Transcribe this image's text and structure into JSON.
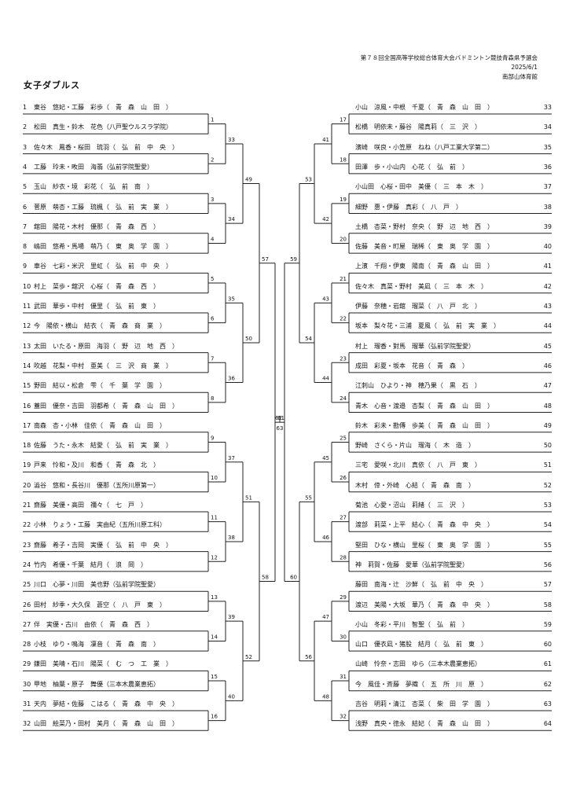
{
  "header": {
    "tournament": "第７８回全国高等学校総合体育大会バドミントン競技青森県予選会",
    "date": "2025/6/1",
    "venue": "南部山体育館"
  },
  "event_title": "女子ダブルス",
  "left_entries": [
    {
      "no": "1",
      "players": "東谷　悠妃・工藤　彩歩",
      "school": "（　青　森　山　田　）"
    },
    {
      "no": "2",
      "players": "松田　真生・鈴木　花色",
      "school": "（八戸聖ウルスラ学院）"
    },
    {
      "no": "3",
      "players": "佐々木　鳳香・桜田　琉羽",
      "school": "（　弘　前　中　央　）"
    },
    {
      "no": "4",
      "players": "工藤　玲未・畋田　海翡",
      "school": "（弘前学院聖愛）"
    },
    {
      "no": "5",
      "players": "玉山　紗衣・境　彩花",
      "school": "（　弘　前　南　）"
    },
    {
      "no": "6",
      "players": "菅原　萌杏・工藤　琉楓",
      "school": "（　弘　前　実　業　）"
    },
    {
      "no": "7",
      "players": "舘田　陽花・木村　優那",
      "school": "（　青　森　西　）"
    },
    {
      "no": "8",
      "players": "嶋田　悠希・馬場　萌乃",
      "school": "（　東　奥　学　園　）"
    },
    {
      "no": "9",
      "players": "車谷　七彩・米沢　里虹",
      "school": "（　弘　前　中　央　）"
    },
    {
      "no": "10",
      "players": "村上　菜歩・舘沢　心桜",
      "school": "（　青　森　西　）"
    },
    {
      "no": "11",
      "players": "武田　華歩・中村　優里",
      "school": "（　弘　前　東　）"
    },
    {
      "no": "12",
      "players": "今　陽依・横山　結衣",
      "school": "（　青　森　商　業　）"
    },
    {
      "no": "13",
      "players": "太田　いたる・原田　海羽",
      "school": "（　野　辺　地　西　）"
    },
    {
      "no": "14",
      "players": "吹越　花梨・中村　亜美",
      "school": "（　三　沢　商　業　）"
    },
    {
      "no": "15",
      "players": "野田　結以・松倉　雫",
      "school": "（　千　葉　学　園　）"
    },
    {
      "no": "16",
      "players": "蓋田　優奈・吉田　羽都希",
      "school": "（　青　森　山　田　）"
    },
    {
      "no": "17",
      "players": "南森　杏・小林　佳依",
      "school": "（　青　森　山　田　）"
    },
    {
      "no": "18",
      "players": "佐藤　うた・永木　結愛",
      "school": "（　弘　前　実　業　）"
    },
    {
      "no": "19",
      "players": "戸来　怜和・及川　和香",
      "school": "（　青　森　北　）"
    },
    {
      "no": "20",
      "players": "澁谷　悠和・長谷川　優那",
      "school": "（五所川原第一）"
    },
    {
      "no": "21",
      "players": "齋藤　美優・高田　禰々",
      "school": "（　七　戸　）"
    },
    {
      "no": "22",
      "players": "小林　りょう・工藤　実由紀",
      "school": "（五所川原工科）"
    },
    {
      "no": "23",
      "players": "齋藤　希子・吉岡　実優",
      "school": "（　弘　前　中　央　）"
    },
    {
      "no": "24",
      "players": "竹内　希優・千葉　結月",
      "school": "（　浪　岡　）"
    },
    {
      "no": "25",
      "players": "川口　心夢・川田　美也野",
      "school": "（弘前学院聖愛）"
    },
    {
      "no": "26",
      "players": "田村　紗季・大久保　蒼空",
      "school": "（　八　戸　東　）"
    },
    {
      "no": "27",
      "players": "伴　実優・古川　由依",
      "school": "（　青　森　西　）"
    },
    {
      "no": "28",
      "players": "小枝　ゆり・鳴海　凜音",
      "school": "（　青　森　南　）"
    },
    {
      "no": "29",
      "players": "鎌田　美晴・石川　陽菜",
      "school": "（　む　つ　工　業　）"
    },
    {
      "no": "30",
      "players": "甲地　柚葉・原子　舞優",
      "school": "（三本木農業恵拓）"
    },
    {
      "no": "31",
      "players": "天内　夢結・佐藤　こはる",
      "school": "（　青　森　中　央　）"
    },
    {
      "no": "32",
      "players": "山田　絵菜乃・田村　美月",
      "school": "（　青　森　山　田　）"
    }
  ],
  "right_entries": [
    {
      "no": "33",
      "players": "小山　涼風・中根　千夏",
      "school": "（　青　森　山　田　）"
    },
    {
      "no": "34",
      "players": "松橋　明依未・藤谷　陽真莉",
      "school": "（　三　沢　）"
    },
    {
      "no": "35",
      "players": "濱崎　咲良・小笠原　ねね",
      "school": "（八戸工業大学第二）"
    },
    {
      "no": "36",
      "players": "田澤　歩・小山内　心花",
      "school": "（　弘　前　）"
    },
    {
      "no": "37",
      "players": "小山田　心桜・田中　美優",
      "school": "（　三　本　木　）"
    },
    {
      "no": "38",
      "players": "細野　惠・伊藤　真彩",
      "school": "（　八　戸　）"
    },
    {
      "no": "39",
      "players": "土橋　杏菜・野村　奈央",
      "school": "（　野　辺　地　西　）"
    },
    {
      "no": "40",
      "players": "佐藤　美音・町屋　瑞稀",
      "school": "（　東　奥　学　園　）"
    },
    {
      "no": "41",
      "players": "上濱　千翔・伊東　陽南",
      "school": "（　青　森　山　田　）"
    },
    {
      "no": "42",
      "players": "佐々木　真菜・野村　美凪",
      "school": "（　三　本　木　）"
    },
    {
      "no": "43",
      "players": "伊藤　奈穂・岩舘　瑠菜",
      "school": "（　八　戸　北　）"
    },
    {
      "no": "44",
      "players": "坂本　梨々花・三浦　夏風",
      "school": "（　弘　前　実　業　）"
    },
    {
      "no": "45",
      "players": "村上　瑠香・對馬　瑠華",
      "school": "（弘前学院聖愛）"
    },
    {
      "no": "46",
      "players": "成田　彩夏・坂本　花音",
      "school": "（　青　森　）"
    },
    {
      "no": "47",
      "players": "江刺山　ひより・神　穂乃果",
      "school": "（　黒　石　）"
    },
    {
      "no": "48",
      "players": "青木　心音・渡邉　杏梨",
      "school": "（　青　森　山　田　）"
    },
    {
      "no": "49",
      "players": "鈴木　彩未・勘傳　歩美",
      "school": "（　青　森　山　田　）"
    },
    {
      "no": "50",
      "players": "野崎　さくら・片山　瑠海",
      "school": "（　木　造　）"
    },
    {
      "no": "51",
      "players": "三宅　愛咲・北川　真依",
      "school": "（　八　戸　東　）"
    },
    {
      "no": "52",
      "players": "木村　倖・外崎　心結",
      "school": "（　青　森　南　）"
    },
    {
      "no": "53",
      "players": "菊池　心愛・沼山　莉緒",
      "school": "（　三　沢　）"
    },
    {
      "no": "54",
      "players": "渡部　莉菜・上平　結心",
      "school": "（　青　森　中　央　）"
    },
    {
      "no": "55",
      "players": "堅田　ひな・横山　里桜",
      "school": "（　東　奥　学　園　）"
    },
    {
      "no": "56",
      "players": "神　莉賀・佐藤　愛華",
      "school": "（弘前学院聖愛）"
    },
    {
      "no": "57",
      "players": "藤田　南海・辻　沙鮮",
      "school": "（　弘　前　中　央　）"
    },
    {
      "no": "58",
      "players": "渡辺　美陽・大坂　華乃",
      "school": "（　青　森　中　央　）"
    },
    {
      "no": "59",
      "players": "小山　冬彩・平川　智聖",
      "school": "（　弘　前　）"
    },
    {
      "no": "60",
      "players": "山口　優衣凪・猪股　結月",
      "school": "（　弘　前　東　）"
    },
    {
      "no": "61",
      "players": "山崎　怜奈・志田　ゆら",
      "school": "（三本木農業恵拓）"
    },
    {
      "no": "62",
      "players": "今　風佳・斉藤　夢織",
      "school": "（　五　所　川　原　）"
    },
    {
      "no": "63",
      "players": "吉谷　明莉・清江　杏菜",
      "school": "（　柴　田　学　園　）"
    },
    {
      "no": "64",
      "players": "浅野　真央・徳永　結妃",
      "school": "（　青　森　山　田　）"
    }
  ],
  "match_numbers": {
    "left_r1": [
      "1",
      "2",
      "3",
      "4",
      "5",
      "6",
      "7",
      "8",
      "9",
      "10",
      "11",
      "12",
      "13",
      "14",
      "15",
      "16"
    ],
    "left_r2": [
      "33",
      "34",
      "35",
      "36",
      "37",
      "38",
      "39",
      "40"
    ],
    "left_r3": [
      "49",
      "50",
      "51",
      "52"
    ],
    "left_r4": [
      "57",
      "58"
    ],
    "left_r5": [
      "61"
    ],
    "right_r1": [
      "17",
      "18",
      "19",
      "20",
      "21",
      "22",
      "23",
      "24",
      "25",
      "26",
      "27",
      "28",
      "29",
      "30",
      "31",
      "32"
    ],
    "right_r2": [
      "41",
      "42",
      "43",
      "44",
      "45",
      "46",
      "47",
      "48"
    ],
    "right_r3": [
      "53",
      "54",
      "55",
      "56"
    ],
    "right_r4": [
      "59",
      "60"
    ],
    "right_r5": [
      "62"
    ],
    "final": "63"
  }
}
